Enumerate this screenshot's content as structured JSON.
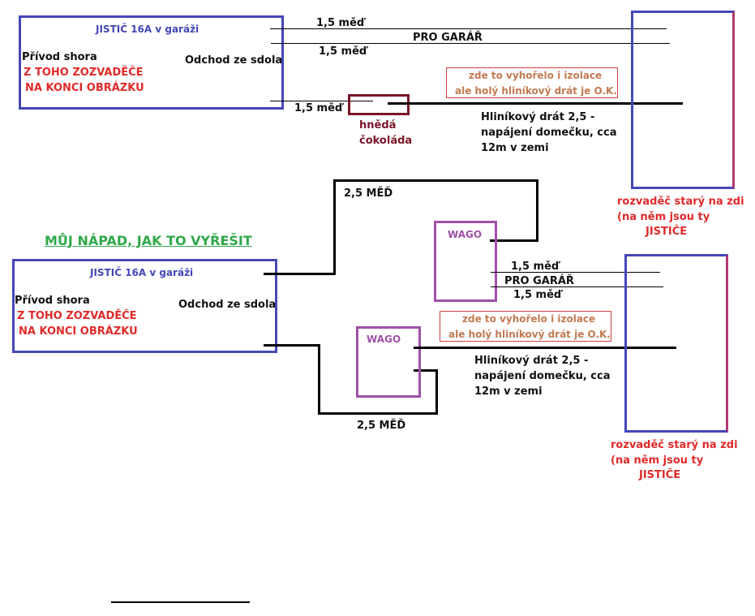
{
  "colors": {
    "breaker_box": "#4448b8",
    "red_text": "#e02a2a",
    "choc_box": "#7a1428",
    "wago": "#a050a8",
    "burn_note_border": "#d04040",
    "burn_note_text": "#c27a52",
    "title_green": "#2fa84a"
  },
  "top": {
    "breaker": {
      "title": "JISTIČ 16A v garáži",
      "input_label": "Přívod shora",
      "source_line1": "Z TOHO ZOZVADĚČE",
      "source_line2": "NA KONCI OBRÁZKU",
      "output_label": "Odchod ze sdola"
    },
    "wire_top_label": "1,5 měď",
    "garage_label": "PRO GARÁŘ",
    "wire_bottom_label": "1,5 měď",
    "wire_low_label": "1,5 měď",
    "connector_label_1": "hnědá",
    "connector_label_2": "čokoláda",
    "burn_note_1": "zde to vyhořelo i izolace",
    "burn_note_2": "ale holý hliníkový drát je O.K.",
    "alu_line1": "Hliníkový drát 2,5 -",
    "alu_line2": "napájení domečku, cca",
    "alu_line3": "12m v zemi",
    "panel_line1": "rozvaděč starý na zdi",
    "panel_line2": "(na něm jsou ty",
    "panel_line3": "JISTIČE"
  },
  "idea_title": "MŮJ NÁPAD, JAK TO VYŘEŠIT",
  "bottom": {
    "breaker": {
      "title": "JISTIČ 16A v garáži",
      "input_label": "Přívod shora",
      "source_line1": "Z TOHO ZOZVADĚČE",
      "source_line2": "NA KONCI OBRÁZKU",
      "output_label": "Odchod ze sdola"
    },
    "copper_top_label": "2,5 MĚĎ",
    "copper_bottom_label": "2,5 MĚĎ",
    "wago_top_label": "WAGO",
    "wago_bottom_label": "WAGO",
    "wire_top_label": "1,5 měď",
    "garage_label": "PRO GARÁŘ",
    "wire_bottom_label": "1,5 měď",
    "burn_note_1": "zde to vyhořelo i izolace",
    "burn_note_2": "ale holý hliníkový drát je O.K.",
    "alu_line1": "Hliníkový drát 2,5 -",
    "alu_line2": "napájení domečku, cca",
    "alu_line3": "12m v zemi",
    "panel_line1": "rozvaděč starý na zdi",
    "panel_line2": "(na něm jsou ty",
    "panel_line3": "JISTIČE"
  }
}
